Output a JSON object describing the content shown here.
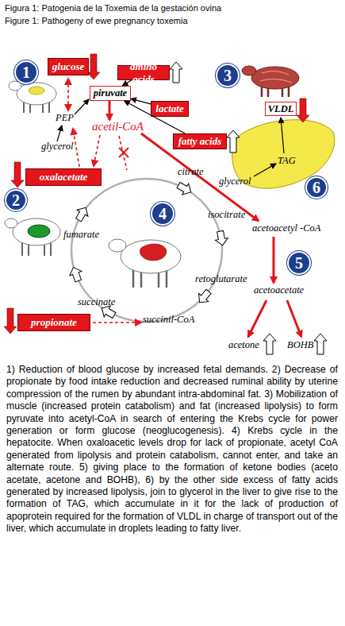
{
  "diagram": {
    "title": "Figura 1: Patogenia de la Toxemia de la gestación ovina",
    "caption": "1) Reduction of blood glucose by increased fetal demands. 2) Decrease of propionate by food intake reduction and decreased ruminal ability by uterine compression of the rumen by abundant intra-abdominal fat. 3) Mobilization of muscle (increased protein catabolism) and fat (increased lipolysis) to form pyruvate into acetyl-CoA in search of entering the Krebs cycle for power generation or form glucose (neoglucogenesis). 4) Krebs cycle in the hepatocite. When oxaloacetic levels drop for lack of propionate, acetyl CoA generated from lipolysis and protein catabolism, cannot enter, and take an alternate route. 5) giving place to the formation of ketone bodies (aceto acetate, acetone and BOHB), 6) by the other side excess of fatty acids generated by increased lipolysis, join to glycerol in the liver to give rise to the formation of TAG, which accumulate in it for the lack of production of apoprotein required for the formation of VLDL in charge of transport out of the liver, which accumulate in droplets leading to fatty liver.",
    "nodes": [
      {
        "text": [
          "1"
        ]
      },
      {
        "text": [
          "glucose"
        ]
      },
      {
        "text": [
          "amino acids"
        ]
      },
      {
        "text": [
          "3"
        ]
      },
      {
        "text": [
          "piruvate"
        ]
      },
      {
        "text": [
          "VLDL"
        ]
      },
      {
        "text": [
          "lactate"
        ]
      },
      {
        "text": [
          "fatty acids"
        ]
      },
      {
        "text": [
          "oxalacetate"
        ]
      },
      {
        "text": [
          "6"
        ]
      },
      {
        "text": [
          "2"
        ]
      },
      {
        "text": [
          "4"
        ]
      },
      {
        "text": [
          "5"
        ]
      },
      {
        "text": [
          "propionate"
        ]
      }
    ],
    "edges": [
      {
        "from": 2,
        "to": 4,
        "arrow": "to"
      },
      {
        "from": 6,
        "to": 4,
        "arrow": "to"
      },
      {
        "from": 7,
        "to": 4,
        "arrow": "to"
      }
    ],
    "labels": [
      "Figure 1: Pathogeny of ewe pregnancy toxemia",
      "PEP",
      "glycerol",
      "acetil-CoA",
      "citrate",
      "isocitrate",
      "retoglutarate",
      "succinil-CoA",
      "succinate",
      "fumarate",
      "acetoacetyl -CoA",
      "acetoacetate",
      "acetone",
      "BOHB",
      "TAG",
      "glycerol"
    ]
  }
}
